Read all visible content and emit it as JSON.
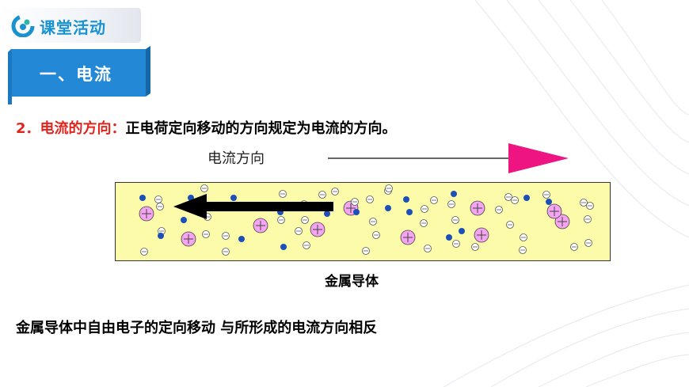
{
  "header": {
    "title": "课堂活动",
    "logo_icon": "circular-logo-icon"
  },
  "section": {
    "title": "一、电流"
  },
  "point": {
    "number": "2．",
    "label": "电流的方向：",
    "text": "正电荷定向移动的方向规定为电流的方向。"
  },
  "diagram": {
    "current_direction_label": "电流方向",
    "conductor_label": "金属导体",
    "colors": {
      "conductor_fill": "#fbfbaa",
      "positive_ion": "#f4a4f0",
      "electron": "#1c4fb8",
      "arrow_head": "#ee1583",
      "electron_flow_arrow": "#000000"
    }
  },
  "conclusion": "金属导体中自由电子的定向移动 与所形成的电流方向相反",
  "theme": {
    "accent": "#1a92cf",
    "banner": "#2389d6",
    "highlight_red": "#e0251d"
  }
}
